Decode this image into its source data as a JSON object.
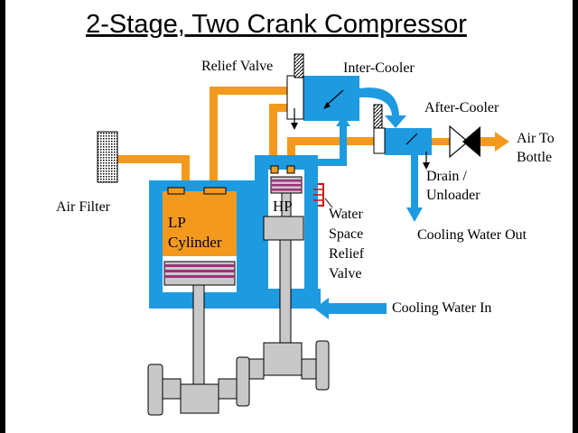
{
  "title": "2-Stage, Two Crank Compressor",
  "labels": {
    "relief_valve": "Relief Valve",
    "inter_cooler": "Inter-Cooler",
    "after_cooler": "After-Cooler",
    "air_to": "Air To",
    "bottle": "Bottle",
    "drain": "Drain /",
    "unloader": "Unloader",
    "cooling_water_out": "Cooling Water Out",
    "air_filter": "Air Filter",
    "lp": "LP",
    "cylinder": "Cylinder",
    "hp": "HP",
    "water_space_1": "Water",
    "water_space_2": "Space",
    "water_space_3": "Relief",
    "water_space_4": "Valve",
    "cooling_water_in": "Cooling Water In"
  },
  "colors": {
    "water": "#1e9ae0",
    "air": "#f39a1e",
    "piston_ring": "#a0307a",
    "metal": "#c8c8c8",
    "dark": "#000000",
    "relief_red": "#d01010"
  }
}
